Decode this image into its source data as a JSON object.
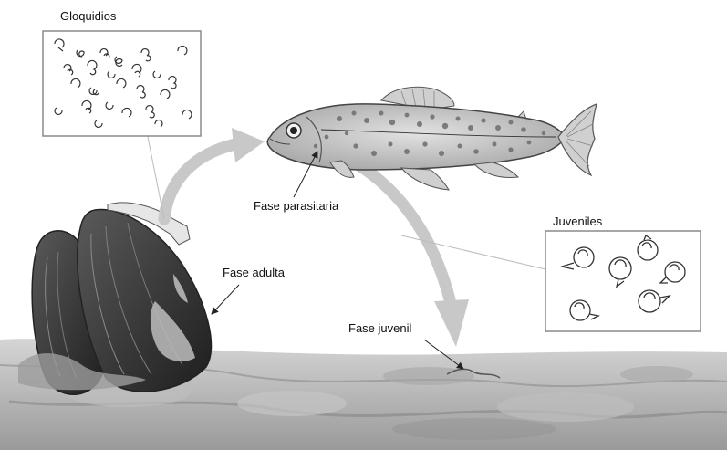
{
  "labels": {
    "glochidia": "Gloquidios",
    "parasitic": "Fase parasitaria",
    "juveniles": "Juveniles",
    "adult": "Fase adulta",
    "juvenile_phase": "Fase juvenil"
  },
  "icons": {
    "glochidium": "glochidium-icon",
    "juvenile": "juvenile-mussel-icon",
    "fish": "trout-icon",
    "mussel": "mussel-icon"
  },
  "colors": {
    "arrow": "#c8c8c8",
    "panel_border": "#8a8a8a",
    "fish_body": "#c9c9c9",
    "fish_spots": "#6d6d6d",
    "mussel_shell": "#3a3a3a",
    "riverbed": "#b0b0b0"
  }
}
